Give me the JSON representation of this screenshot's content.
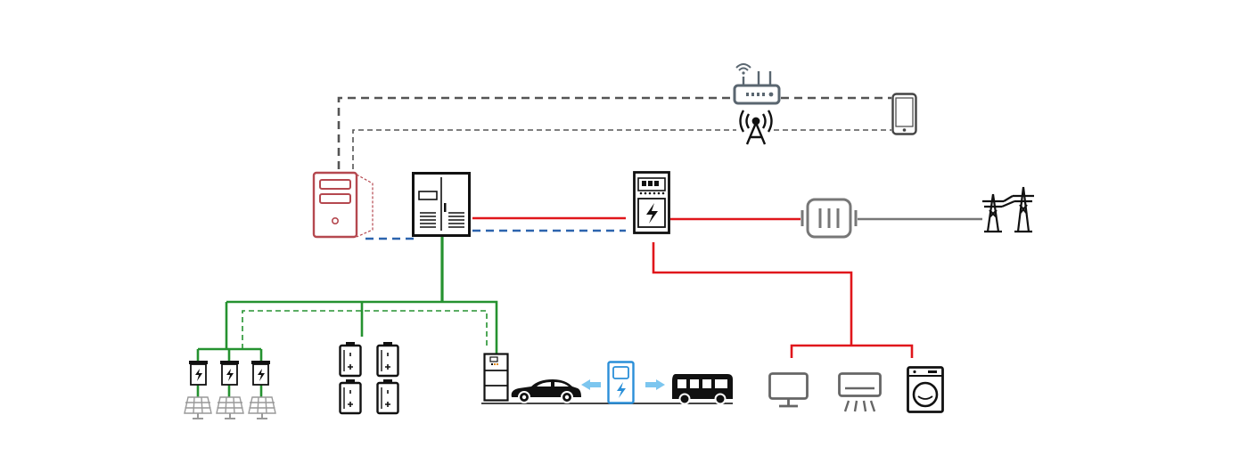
{
  "colors": {
    "ac_link": "#e0161b",
    "dc_link": "#259230",
    "comm_link": "#555555",
    "can_link": "#2c64ae",
    "grid_link": "#777777",
    "server": "#b5484f",
    "charger_accent": "#2a8fd8",
    "icon_dark": "#1a1a1a",
    "icon_gray": "#666666",
    "router": "#5a6670"
  },
  "nodes": [
    {
      "id": "router",
      "icon": "wifi-router-icon"
    },
    {
      "id": "cell-tower",
      "icon": "antenna-tower-icon"
    },
    {
      "id": "phone",
      "icon": "smartphone-icon"
    },
    {
      "id": "server",
      "icon": "server-tower-icon"
    },
    {
      "id": "pcs-cabinet",
      "icon": "power-cabinet-icon"
    },
    {
      "id": "ac-meter",
      "icon": "charging-meter-icon"
    },
    {
      "id": "transformer",
      "icon": "transformer-icon"
    },
    {
      "id": "transmission-tower",
      "icon": "pylon-icon"
    },
    {
      "id": "pv-optimizers",
      "icon": "optimizer-icon"
    },
    {
      "id": "solar-panels",
      "icon": "solar-panel-icon"
    },
    {
      "id": "batteries",
      "icon": "battery-icon"
    },
    {
      "id": "ev-charger-stack",
      "icon": "dc-charger-icon"
    },
    {
      "id": "car",
      "icon": "car-icon"
    },
    {
      "id": "charging-pile",
      "icon": "charging-pile-icon"
    },
    {
      "id": "bus",
      "icon": "bus-icon"
    },
    {
      "id": "monitor",
      "icon": "monitor-icon"
    },
    {
      "id": "air-conditioner",
      "icon": "air-conditioner-icon"
    },
    {
      "id": "washing-machine",
      "icon": "washing-machine-icon"
    }
  ]
}
